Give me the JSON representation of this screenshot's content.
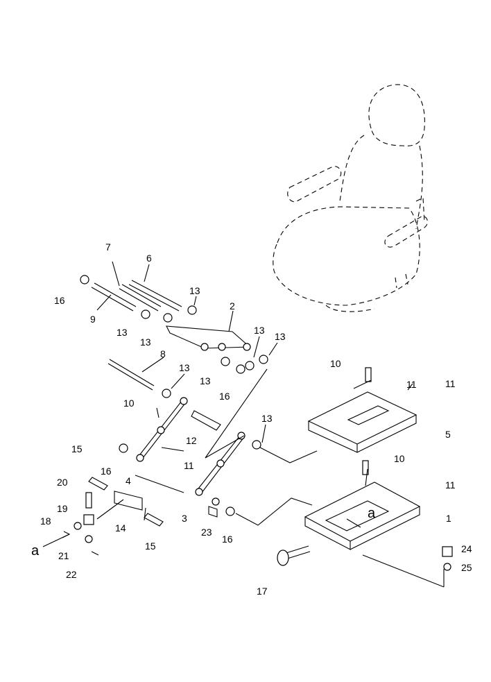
{
  "diagram": {
    "callouts": {
      "n1": "1",
      "n2": "2",
      "n3": "3",
      "n4": "4",
      "n5": "5",
      "n6": "6",
      "n7": "7",
      "n8": "8",
      "n9": "9",
      "n10a": "10",
      "n10b": "10",
      "n10c": "10",
      "n11a": "11",
      "n11b": "11",
      "n11c": "11",
      "n11d": "11",
      "n12": "12",
      "n13a": "13",
      "n13b": "13",
      "n13c": "13",
      "n13d": "13",
      "n13e": "13",
      "n13f": "13",
      "n13g": "13",
      "n14": "14",
      "n15a": "15",
      "n15b": "15",
      "n16a": "16",
      "n16b": "16",
      "n16c": "16",
      "n16d": "16",
      "n17": "17",
      "n18": "18",
      "n19": "19",
      "n20": "20",
      "n21": "21",
      "n22": "22",
      "n23": "23",
      "n24": "24",
      "n25": "25"
    },
    "view_marker": "a",
    "view_marker_plate": "a"
  }
}
